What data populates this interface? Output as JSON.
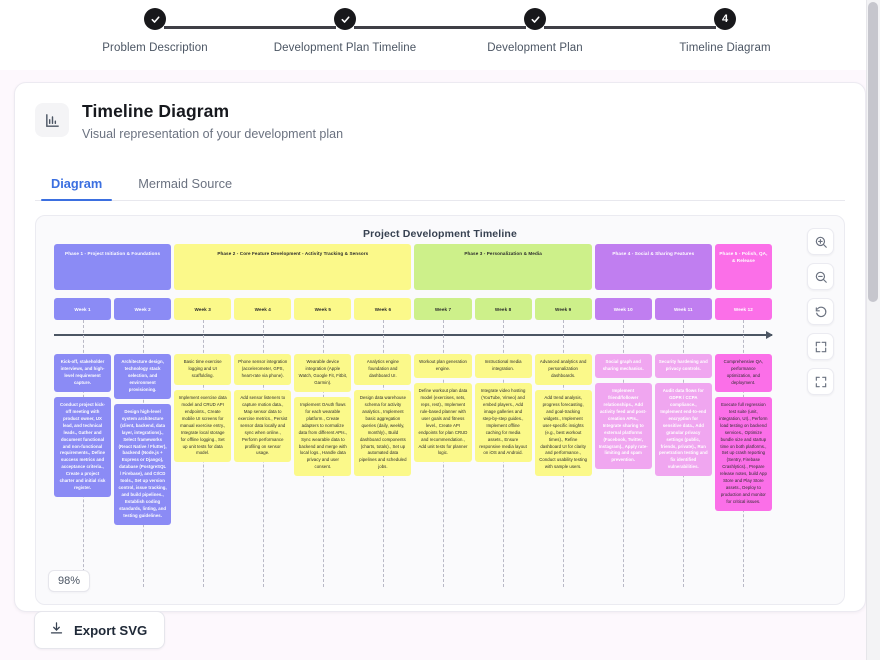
{
  "stepper": {
    "steps": [
      {
        "label": "Problem Description",
        "state": "done",
        "marker": "check-icon"
      },
      {
        "label": "Development Plan Timeline",
        "state": "done",
        "marker": "check-icon"
      },
      {
        "label": "Development Plan",
        "state": "done",
        "marker": "check-icon"
      },
      {
        "label": "Timeline Diagram",
        "state": "current",
        "marker": "4"
      }
    ]
  },
  "header": {
    "icon": "bar-chart-icon",
    "title": "Timeline Diagram",
    "subtitle": "Visual representation of your development plan"
  },
  "tabs": [
    {
      "label": "Diagram",
      "active": true
    },
    {
      "label": "Mermaid Source",
      "active": false
    }
  ],
  "diagram": {
    "title": "Project Development Timeline",
    "zoom_level": "98%",
    "colors": {
      "phase1": "#8b8bf5",
      "phase2": "#fbf98a",
      "phase3": "#cdf08a",
      "phase4": "#c07ef0",
      "phase5": "#fb6fe8",
      "axis": "#4b5563",
      "accent": "#3b6fe0"
    },
    "controls": [
      {
        "name": "zoom-in-button",
        "icon": "zoom-in-icon"
      },
      {
        "name": "zoom-out-button",
        "icon": "zoom-out-icon"
      },
      {
        "name": "reset-view-button",
        "icon": "reset-icon"
      },
      {
        "name": "fit-view-button",
        "icon": "fit-screen-icon"
      },
      {
        "name": "fullscreen-button",
        "icon": "expand-icon"
      }
    ],
    "phases": [
      {
        "label": "Phase 1 - Project Initiation & Foundations",
        "weeks": 2,
        "bg": "#8b8bf5",
        "fg": "#ffffff"
      },
      {
        "label": "Phase 2 - Core Feature Development - Activity Tracking & Sensors",
        "weeks": 4,
        "bg": "#fbf98a",
        "fg": "#2b2b2b"
      },
      {
        "label": "Phase 3 - Personalization & Media",
        "weeks": 3,
        "bg": "#cdf08a",
        "fg": "#2b2b2b"
      },
      {
        "label": "Phase 4 - Social & Sharing Features",
        "weeks": 2,
        "bg": "#c07ef0",
        "fg": "#ffffff"
      },
      {
        "label": "Phase 5 - Polish, QA, & Release",
        "weeks": 1,
        "bg": "#fb6fe8",
        "fg": "#ffffff"
      }
    ],
    "weeks": [
      {
        "label": "Week 1",
        "bg": "#8b8bf5",
        "fg": "#ffffff"
      },
      {
        "label": "Week 2",
        "bg": "#8b8bf5",
        "fg": "#ffffff"
      },
      {
        "label": "Week 3",
        "bg": "#fbf98a",
        "fg": "#2b2b2b"
      },
      {
        "label": "Week 4",
        "bg": "#fbf98a",
        "fg": "#2b2b2b"
      },
      {
        "label": "Week 5",
        "bg": "#fbf98a",
        "fg": "#2b2b2b"
      },
      {
        "label": "Week 6",
        "bg": "#fbf98a",
        "fg": "#2b2b2b"
      },
      {
        "label": "Week 7",
        "bg": "#cdf08a",
        "fg": "#2b2b2b"
      },
      {
        "label": "Week 8",
        "bg": "#cdf08a",
        "fg": "#2b2b2b"
      },
      {
        "label": "Week 9",
        "bg": "#cdf08a",
        "fg": "#2b2b2b"
      },
      {
        "label": "Week 10",
        "bg": "#c07ef0",
        "fg": "#ffffff"
      },
      {
        "label": "Week 11",
        "bg": "#c07ef0",
        "fg": "#ffffff"
      },
      {
        "label": "Week 12",
        "bg": "#fb6fe8",
        "fg": "#ffffff"
      }
    ],
    "columns": [
      {
        "week": "Week 1",
        "bg": "#8b8bf5",
        "fg": "#ffffff",
        "bold": true,
        "notes": [
          "Kick-off, stakeholder interviews, and high-level requirement capture.",
          "Conduct project kick-off meeting with product owner, UX lead, and technical leads., Gather and document functional and non-functional requirements., Define success metrics and acceptance criteria., Create a project charter and initial risk register."
        ]
      },
      {
        "week": "Week 2",
        "bg": "#8b8bf5",
        "fg": "#ffffff",
        "bold": true,
        "notes": [
          "Architecture design, technology stack selection, and environment provisioning.",
          "Design high-level system architecture (client, backend, data layer, integrations)., Select frameworks (React Native / Flutter), backend (Node.js + Express or Django), database (PostgreSQL / Firebase), and CI/CD tools., Set up version control, issue tracking, and build pipelines., Establish coding standards, linting, and testing guidelines."
        ]
      },
      {
        "week": "Week 3",
        "bg": "#fbf98a",
        "fg": "#2b2b2b",
        "bold": false,
        "notes": [
          "Basic time exercise logging and UI scaffolding.",
          "Implement exercise data model and CRUD API endpoints., Create mobile UI screens for manual exercise entry., Integrate local storage for offline logging., Set up unit tests for data model."
        ]
      },
      {
        "week": "Week 4",
        "bg": "#fbf98a",
        "fg": "#2b2b2b",
        "bold": false,
        "notes": [
          "Phone sensor integration (accelerometer, GPS, heart-rate via phone).",
          "Add sensor listeners to capture motion data., Map sensor data to exercise metrics., Persist sensor data locally and sync when online., Perform performance profiling on sensor usage."
        ]
      },
      {
        "week": "Week 5",
        "bg": "#fbf98a",
        "fg": "#2b2b2b",
        "bold": false,
        "notes": [
          "Wearable device integration (Apple Watch, Google Fit, Fitbit, Garmin).",
          "Implement OAuth flows for each wearable platform., Create adapters to normalize data from different APIs., Sync wearable data to backend and merge with local logs., Handle data privacy and user consent."
        ]
      },
      {
        "week": "Week 6",
        "bg": "#fbf98a",
        "fg": "#2b2b2b",
        "bold": false,
        "notes": [
          "Analytics engine foundation and dashboard UI.",
          "Design data warehouse schema for activity analytics., Implement basic aggregation queries (daily, weekly, monthly)., Build dashboard components (charts, totals)., Set up automated data pipelines and scheduled jobs."
        ]
      },
      {
        "week": "Week 7",
        "bg": "#fbf98a",
        "fg": "#2b2b2b",
        "bold": false,
        "notes": [
          "Workout plan generation engine.",
          "Define workout plan data model (exercises, sets, reps, rest)., Implement rule-based planner with user goals and fitness level., Create API endpoints for plan CRUD and recommendation., Add unit tests for planner logic."
        ]
      },
      {
        "week": "Week 8",
        "bg": "#fbf98a",
        "fg": "#2b2b2b",
        "bold": false,
        "notes": [
          "Instructional media integration.",
          "Integrate video hosting (YouTube, Vimeo) and embed players., Add image galleries and step-by-step guides., Implement offline caching for media assets., Ensure responsive media layout on iOS and Android."
        ]
      },
      {
        "week": "Week 9",
        "bg": "#fbf98a",
        "fg": "#2b2b2b",
        "bold": false,
        "notes": [
          "Advanced analytics and personalization dashboards.",
          "Add trend analysis, progress forecasting, and goal-tracking widgets., Implement user-specific insights (e.g., best workout times)., Refine dashboard UI for clarity and performance., Conduct usability testing with sample users."
        ]
      },
      {
        "week": "Week 10",
        "bg": "#f0a6f0",
        "fg": "#ffffff",
        "bold": true,
        "notes": [
          "Social graph and sharing mechanics.",
          "Implement friend/follower relationships., Add activity feed and post-creation APIs., Integrate sharing to external platforms (Facebook, Twitter, Instagram)., Apply rate-limiting and spam prevention."
        ]
      },
      {
        "week": "Week 11",
        "bg": "#f0a6f0",
        "fg": "#ffffff",
        "bold": true,
        "notes": [
          "Security hardening and privacy controls.",
          "Audit data flows for GDPR / CCPA compliance., Implement end-to-end encryption for sensitive data., Add granular privacy settings (public, friends, private)., Run penetration testing and fix identified vulnerabilities."
        ]
      },
      {
        "week": "Week 12",
        "bg": "#fb6fe8",
        "fg": "#2b2b2b",
        "bold": false,
        "notes": [
          "Comprehensive QA, performance optimization, and deployment.",
          "Execute full regression test suite (unit, integration, UI)., Perform load testing on backend services., Optimize bundle size and startup time on both platforms., Set up crash reporting (Sentry, Firebase Crashlytics)., Prepare release notes, build App Store and Play Store assets., Deploy to production and monitor for critical issues."
        ]
      }
    ]
  },
  "footer": {
    "export_label": "Export SVG",
    "export_icon": "download-icon"
  }
}
